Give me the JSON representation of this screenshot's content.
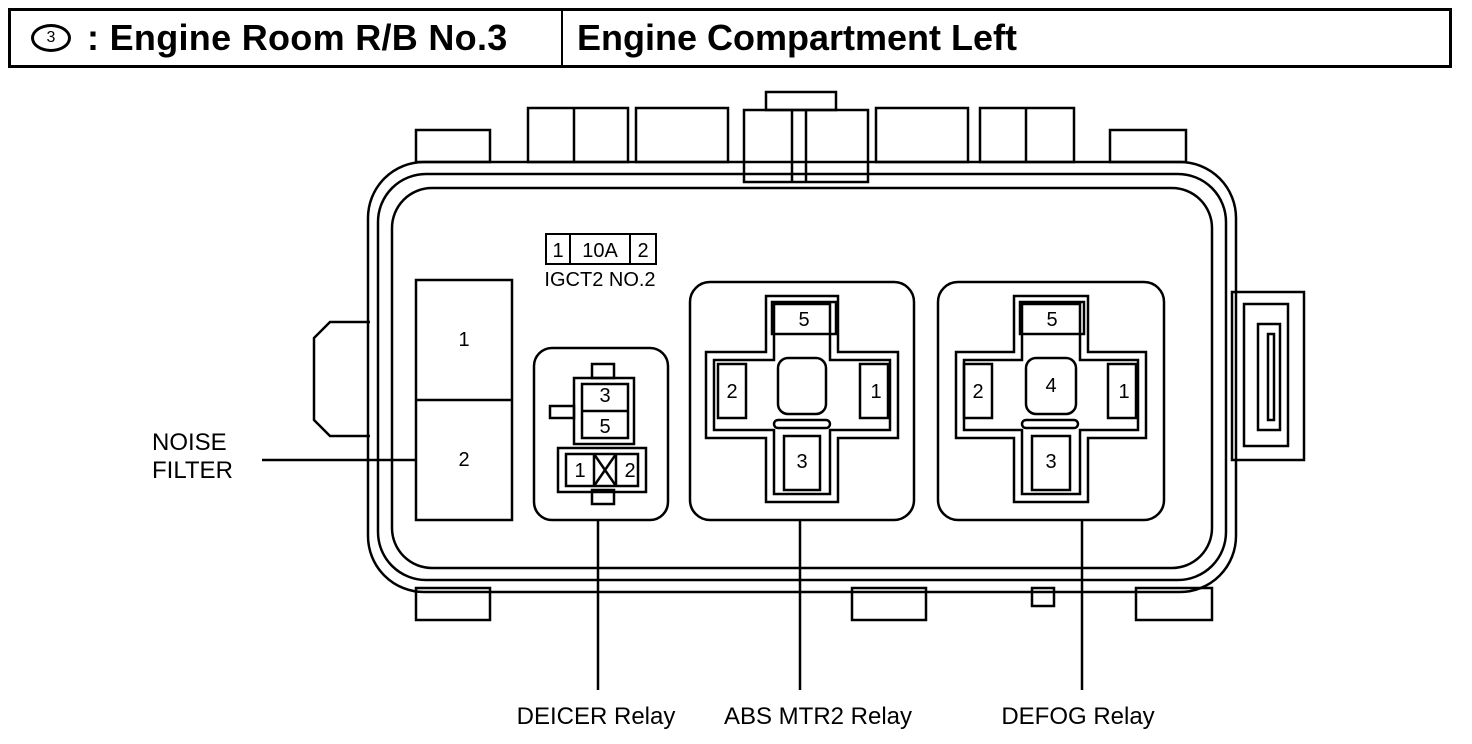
{
  "header": {
    "circle_number": "3",
    "location_code": ": Engine Room R/B No.3",
    "location_desc": "Engine Compartment Left"
  },
  "fuse": {
    "pin_left": "1",
    "rating": "10A",
    "pin_right": "2",
    "name": "IGCT2 NO.2"
  },
  "noise_filter": {
    "label_line1": "NOISE",
    "label_line2": "FILTER",
    "pin_top": "1",
    "pin_bottom": "2"
  },
  "deicer_relay": {
    "label": "DEICER Relay",
    "pin_3": "3",
    "pin_5": "5",
    "pin_1": "1",
    "pin_2": "2"
  },
  "abs_mtr2_relay": {
    "label": "ABS MTR2 Relay",
    "pin_5": "5",
    "pin_2": "2",
    "pin_1": "1",
    "pin_3": "3"
  },
  "defog_relay": {
    "label": "DEFOG Relay",
    "pin_5": "5",
    "pin_4": "4",
    "pin_2": "2",
    "pin_1": "1",
    "pin_3": "3"
  }
}
